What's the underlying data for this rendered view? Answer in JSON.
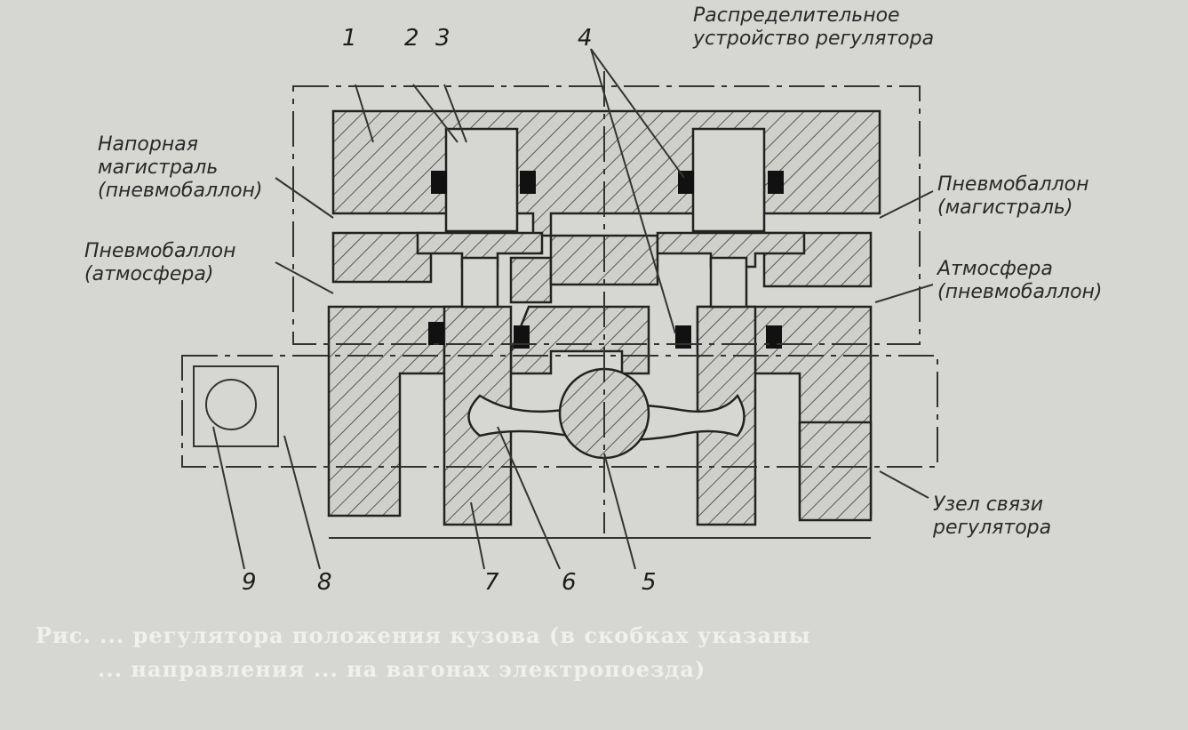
{
  "labels": {
    "distributor": [
      "Распределительное",
      "устройство регулятора"
    ],
    "supply_line": [
      "Напорная",
      "магистраль",
      "(пневмобаллон)"
    ],
    "air_spring_left": [
      "Пневмобаллон",
      "(атмосфера)"
    ],
    "air_spring_right": [
      "Пневмобаллон",
      "(магистраль)"
    ],
    "atmosphere": [
      "Атмосфера",
      "(пневмобаллон)"
    ],
    "link_unit": [
      "Узел связи",
      "регулятора"
    ]
  },
  "numbers": [
    "1",
    "2",
    "3",
    "4",
    "5",
    "6",
    "7",
    "8",
    "9"
  ],
  "caption": {
    "line1": "Рис. ... регулятора положения кузова (в скобках указаны",
    "line2": "... направления ... на вагонах электропоезда)"
  }
}
